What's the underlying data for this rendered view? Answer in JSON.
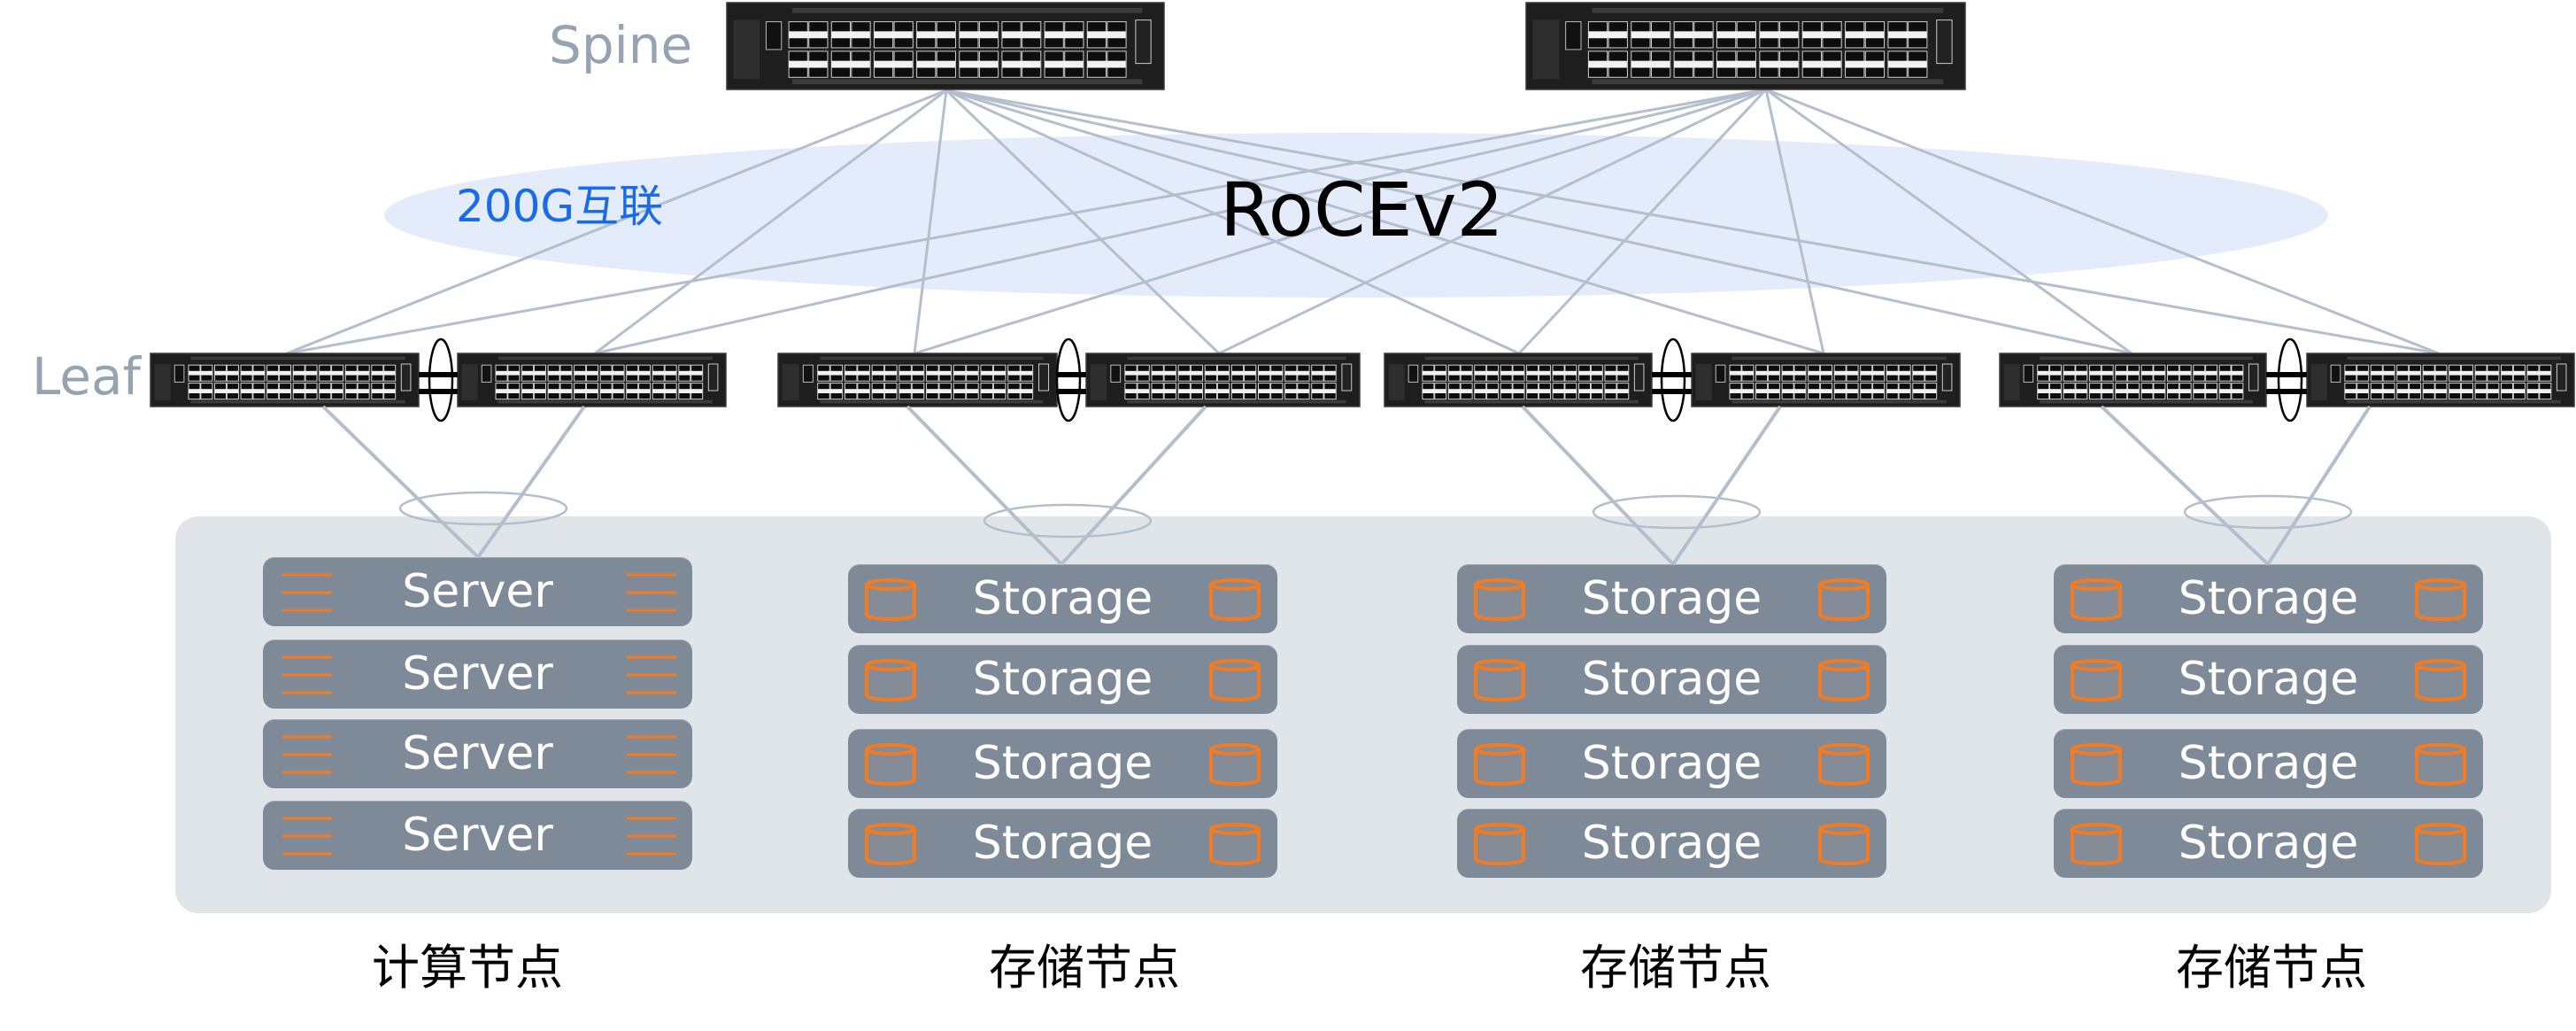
{
  "title": "Spine-Leaf RoCEv2 storage/compute network topology",
  "layers": {
    "spine_label": "Spine",
    "leaf_label": "Leaf"
  },
  "fabric": {
    "speed_label": "200G互联",
    "protocol_label": "RoCEv2"
  },
  "colors": {
    "layer_label": "#95a3b3",
    "speed_label": "#1a6be8",
    "fabric_cloud": "#e4ebfb",
    "link": "#b3bfcc",
    "panel": "#e0e5ea",
    "node_box": "#7f8a98",
    "node_icon": "#f47b20",
    "switch_body": "#1e1e1e"
  },
  "topology": {
    "spine_count": 2,
    "leaf_pairs": 4,
    "leaf_per_pair": 2,
    "full_mesh_spine_to_leaf": true,
    "leaf_pairs_bonded": true,
    "nodes_dual_homed": true
  },
  "groups": [
    {
      "caption": "计算节点",
      "node_type": "server",
      "icon": "server-stripes-icon",
      "nodes": [
        "Server",
        "Server",
        "Server",
        "Server"
      ]
    },
    {
      "caption": "存储节点",
      "node_type": "storage",
      "icon": "storage-cylinder-icon",
      "nodes": [
        "Storage",
        "Storage",
        "Storage",
        "Storage"
      ]
    },
    {
      "caption": "存储节点",
      "node_type": "storage",
      "icon": "storage-cylinder-icon",
      "nodes": [
        "Storage",
        "Storage",
        "Storage",
        "Storage"
      ]
    },
    {
      "caption": "存储节点",
      "node_type": "storage",
      "icon": "storage-cylinder-icon",
      "nodes": [
        "Storage",
        "Storage",
        "Storage",
        "Storage"
      ]
    }
  ]
}
